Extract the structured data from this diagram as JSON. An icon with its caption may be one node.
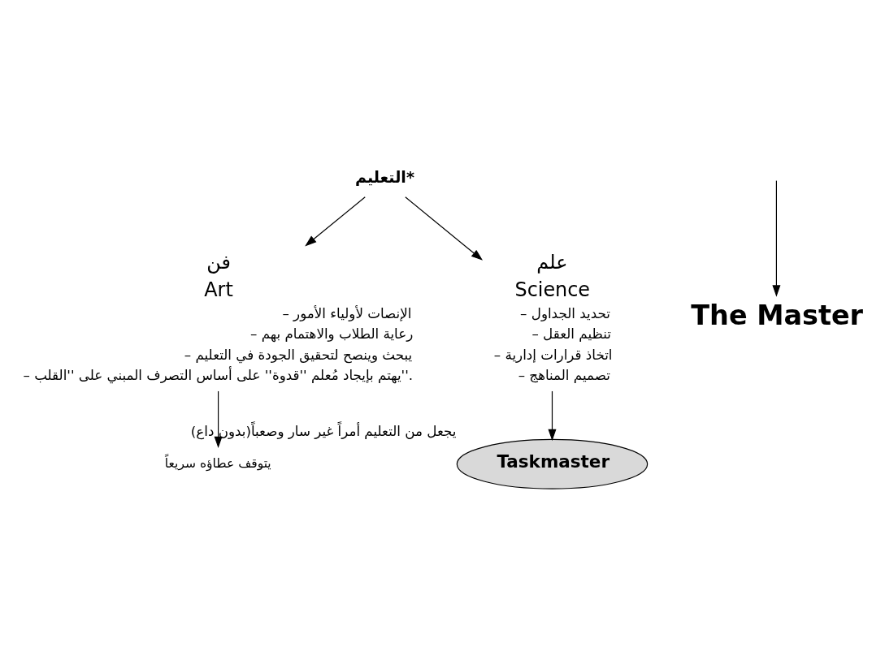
{
  "diagram": {
    "nodes": [
      {
        "text": [
          "التعليم*"
        ]
      },
      {
        "text": [
          "فن",
          "Art",
          "– الإنصات لأولياء الأمور",
          "– رعاية الطلاب والاهتمام بهم",
          "– يبحث وينصح لتحقيق الجودة في التعليم",
          "– يهتم بإيجاد مُعلم ''قدوة'' على أساس التصرف المبني على ''القلب''."
        ]
      },
      {
        "text": [
          "علم",
          "Science",
          "– تحديد الجداول",
          "– تنظيم العقل",
          "– اتخاذ قرارات إدارية",
          "– تصميم المناهج"
        ]
      },
      {
        "text": [
          "يتوقف عطاؤه سريعاً"
        ]
      },
      {
        "text": [
          "The Master"
        ]
      },
      {
        "text": [
          "Taskmaster"
        ],
        "beside": [
          "يجعل من التعليم أمراً غير سار وصعباً(بدون داع)"
        ]
      }
    ],
    "edges": [
      {
        "from": 0,
        "to": 1,
        "arrow": "to"
      },
      {
        "from": 0,
        "to": 2,
        "arrow": "to"
      },
      {
        "from": 1,
        "to": 3,
        "arrow": "to"
      },
      {
        "from": null,
        "to": 4,
        "arrow": "to"
      },
      {
        "from": 2,
        "to": 5,
        "arrow": "to"
      }
    ]
  }
}
